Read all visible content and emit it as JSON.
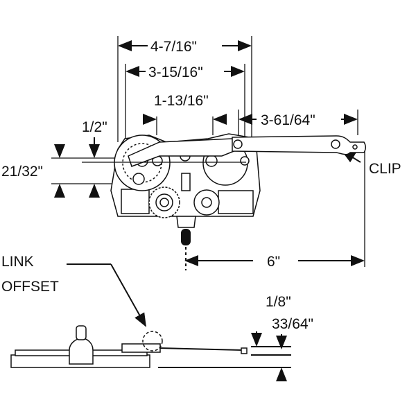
{
  "title": "Casement operator dimensions",
  "dimensions": {
    "overall_width": "4-7/16\"",
    "inner_width": "3-15/16\"",
    "center_spacing": "1-13/16\"",
    "pivot_offset": "1/2\"",
    "base_height": "21/32\"",
    "arm_extension": "3-61/64\"",
    "total_reach": "6\"",
    "link_height": "1/8\"",
    "arm_height": "33/64\""
  },
  "labels": {
    "clip": "CLIP",
    "link_offset_line1": "LINK",
    "link_offset_line2": "OFFSET"
  }
}
